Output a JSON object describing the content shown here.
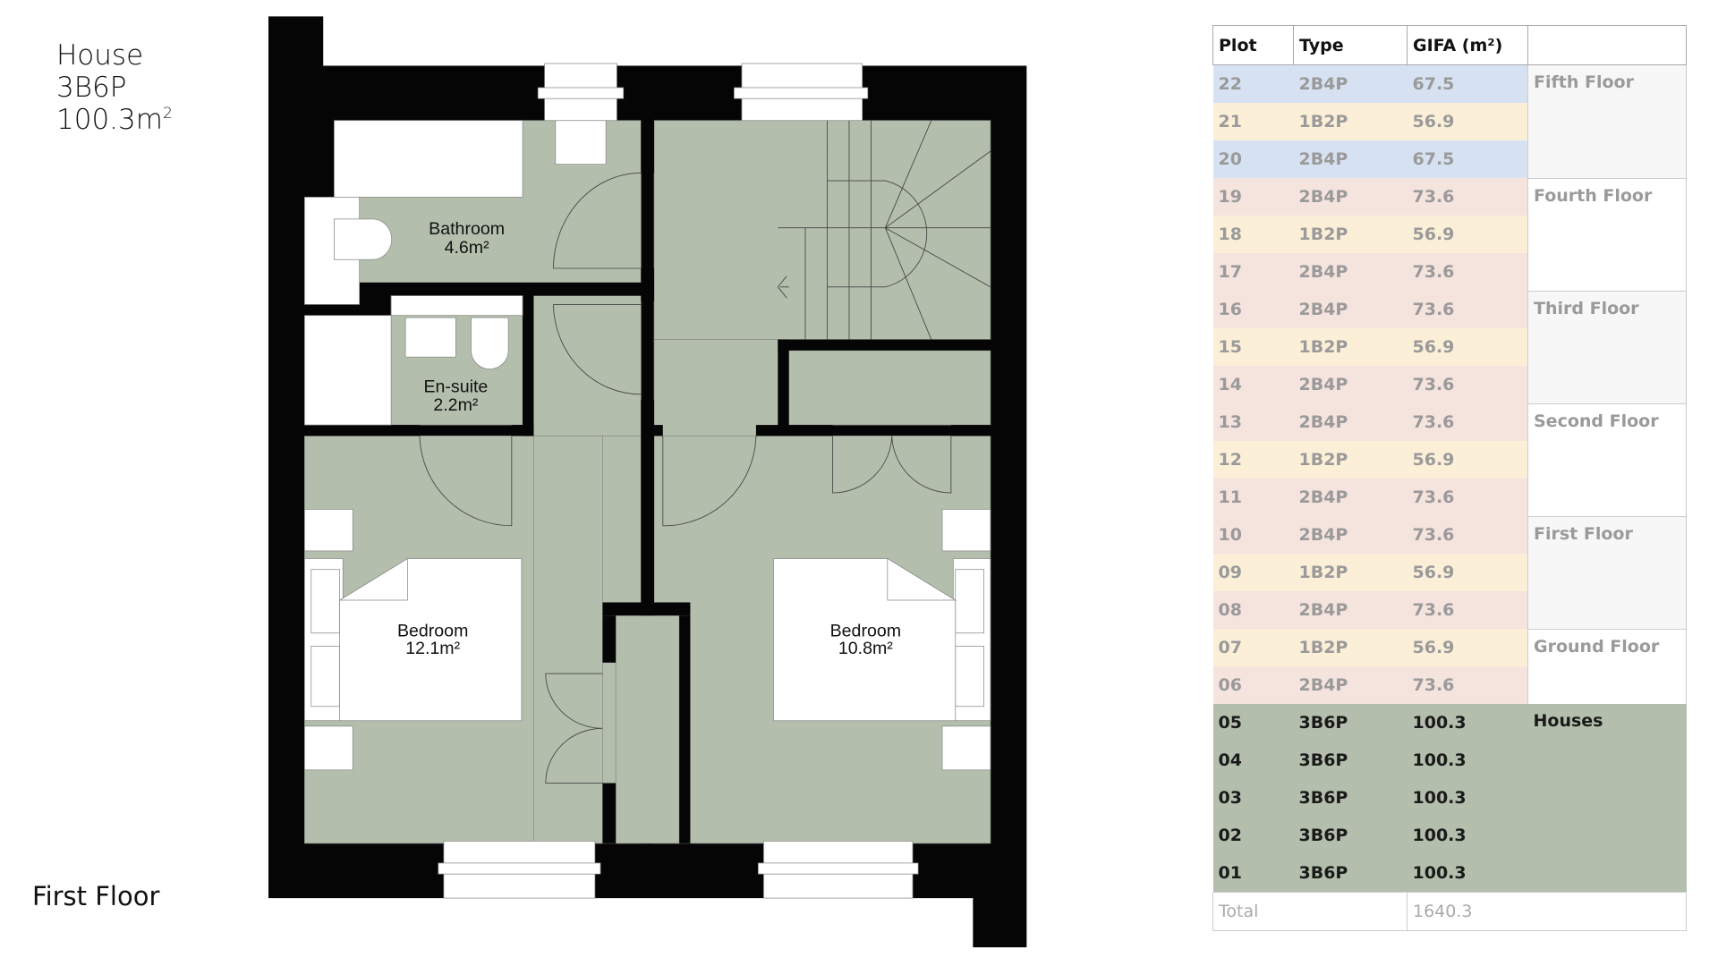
{
  "house": {
    "title": "House",
    "type": "3B6P",
    "area": "100.3m",
    "area_sup": "2"
  },
  "floor_label": "First Floor",
  "rooms": {
    "bathroom": {
      "name": "Bathroom",
      "area": "4.6m²"
    },
    "ensuite": {
      "name": "En-suite",
      "area": "2.2m²"
    },
    "bedroom1": {
      "name": "Bedroom",
      "area": "12.1m²"
    },
    "bedroom2": {
      "name": "Bedroom",
      "area": "10.8m²"
    }
  },
  "colors": {
    "room": "#b3bfac",
    "wall": "#050505",
    "blue": "#d6e2f2",
    "yellow": "#fcefd8",
    "pink": "#f5e3de",
    "house": "#b3bfac"
  },
  "table": {
    "headers": [
      "Plot",
      "Type",
      "GIFA (m²)",
      ""
    ],
    "groups": [
      {
        "floor": "Fifth Floor",
        "rows": [
          [
            "22",
            "2B4P",
            "67.5",
            "blue"
          ],
          [
            "21",
            "1B2P",
            "56.9",
            "yellow"
          ],
          [
            "20",
            "2B4P",
            "67.5",
            "blue"
          ]
        ]
      },
      {
        "floor": "Fourth Floor",
        "rows": [
          [
            "19",
            "2B4P",
            "73.6",
            "pink"
          ],
          [
            "18",
            "1B2P",
            "56.9",
            "yellow"
          ],
          [
            "17",
            "2B4P",
            "73.6",
            "pink"
          ]
        ]
      },
      {
        "floor": "Third Floor",
        "rows": [
          [
            "16",
            "2B4P",
            "73.6",
            "pink"
          ],
          [
            "15",
            "1B2P",
            "56.9",
            "yellow"
          ],
          [
            "14",
            "2B4P",
            "73.6",
            "pink"
          ]
        ]
      },
      {
        "floor": "Second Floor",
        "rows": [
          [
            "13",
            "2B4P",
            "73.6",
            "pink"
          ],
          [
            "12",
            "1B2P",
            "56.9",
            "yellow"
          ],
          [
            "11",
            "2B4P",
            "73.6",
            "pink"
          ]
        ]
      },
      {
        "floor": "First Floor",
        "rows": [
          [
            "10",
            "2B4P",
            "73.6",
            "pink"
          ],
          [
            "09",
            "1B2P",
            "56.9",
            "yellow"
          ],
          [
            "08",
            "2B4P",
            "73.6",
            "pink"
          ]
        ]
      },
      {
        "floor": "Ground Floor",
        "rows": [
          [
            "07",
            "1B2P",
            "56.9",
            "yellow"
          ],
          [
            "06",
            "2B4P",
            "73.6",
            "pink"
          ]
        ]
      },
      {
        "floor": "Houses",
        "rows": [
          [
            "05",
            "3B6P",
            "100.3",
            "house"
          ],
          [
            "04",
            "3B6P",
            "100.3",
            "house"
          ],
          [
            "03",
            "3B6P",
            "100.3",
            "house"
          ],
          [
            "02",
            "3B6P",
            "100.3",
            "house"
          ],
          [
            "01",
            "3B6P",
            "100.3",
            "house"
          ]
        ]
      }
    ],
    "total_label": "Total",
    "total_value": "1640.3"
  }
}
